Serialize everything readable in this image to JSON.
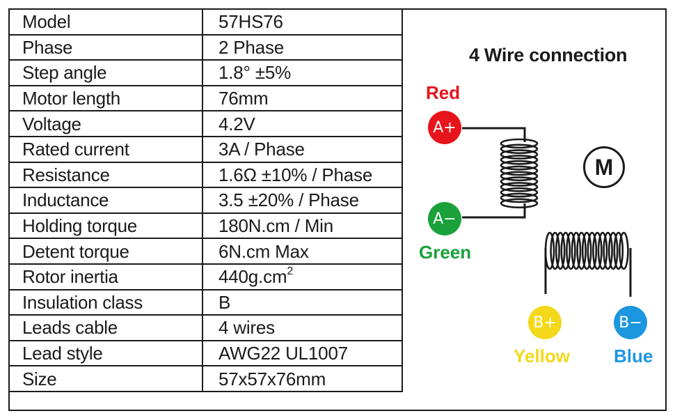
{
  "specs": [
    {
      "label": "Model",
      "value": "57HS76"
    },
    {
      "label": "Phase",
      "value": "2 Phase"
    },
    {
      "label": "Step angle",
      "value": "1.8°  ±5%"
    },
    {
      "label": "Motor length",
      "value": "76mm"
    },
    {
      "label": "Voltage",
      "value": "4.2V"
    },
    {
      "label": "Rated current",
      "value": "3A / Phase"
    },
    {
      "label": "Resistance",
      "value": "1.6Ω ±10% / Phase"
    },
    {
      "label": "Inductance",
      "value": "3.5 ±20% / Phase"
    },
    {
      "label": "Holding torque",
      "value": "180N.cm / Min"
    },
    {
      "label": "Detent torque",
      "value": "6N.cm Max"
    },
    {
      "label": "Rotor inertia",
      "value": "440g.cm",
      "superscript": "2"
    },
    {
      "label": "Insulation class",
      "value": "B"
    },
    {
      "label": "Leads cable",
      "value": "4 wires"
    },
    {
      "label": "Lead style",
      "value": "AWG22 UL1007"
    },
    {
      "label": "Size",
      "value": "57x57x76mm"
    }
  ],
  "diagram": {
    "title": "4 Wire connection",
    "motor_symbol": "M",
    "terminals": {
      "a_plus": {
        "symbol": "A+",
        "color_name": "Red",
        "color": "#e8141b"
      },
      "a_minus": {
        "symbol": "A−",
        "color_name": "Green",
        "color": "#1aa13a"
      },
      "b_plus": {
        "symbol": "B+",
        "color_name": "Yellow",
        "color": "#f4d81a"
      },
      "b_minus": {
        "symbol": "B−",
        "color_name": "Blue",
        "color": "#1d96e0"
      }
    }
  }
}
